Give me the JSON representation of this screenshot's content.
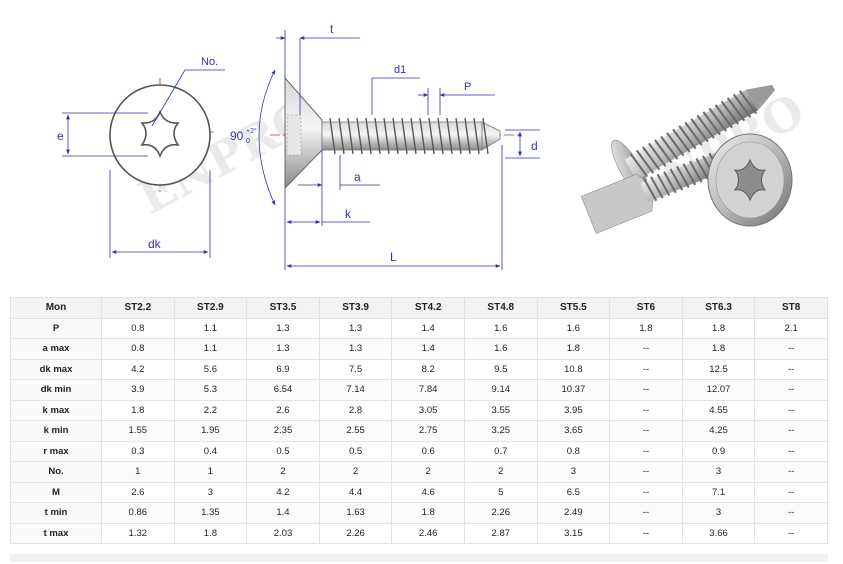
{
  "drawing": {
    "labels": {
      "no": "No.",
      "e": "e",
      "dk": "dk",
      "angle": "90",
      "angle_sup": "+2°",
      "angle_sub": "0",
      "t": "t",
      "d1": "d1",
      "p": "P",
      "d": "d",
      "a": "a",
      "k": "k",
      "l": "L"
    },
    "watermark": "ENPRO",
    "line_color": "#2e33b5",
    "center_color": "#e0202a"
  },
  "table": {
    "header": [
      "Mon",
      "ST2.2",
      "ST2.9",
      "ST3.5",
      "ST3.9",
      "ST4.2",
      "ST4.8",
      "ST5.5",
      "ST6",
      "ST6.3",
      "ST8"
    ],
    "rows": [
      {
        "label": "P",
        "values": [
          "0.8",
          "1.1",
          "1.3",
          "1.3",
          "1.4",
          "1.6",
          "1.6",
          "1.8",
          "1.8",
          "2.1"
        ]
      },
      {
        "label": "a max",
        "values": [
          "0.8",
          "1.1",
          "1.3",
          "1.3",
          "1.4",
          "1.6",
          "1.8",
          "--",
          "1.8",
          "--"
        ]
      },
      {
        "label": "dk max",
        "values": [
          "4.2",
          "5.6",
          "6.9",
          "7.5",
          "8.2",
          "9.5",
          "10.8",
          "--",
          "12.5",
          "--"
        ]
      },
      {
        "label": "dk min",
        "values": [
          "3.9",
          "5.3",
          "6.54",
          "7.14",
          "7.84",
          "9.14",
          "10.37",
          "--",
          "12.07",
          "--"
        ]
      },
      {
        "label": "k max",
        "values": [
          "1.8",
          "2.2",
          "2.6",
          "2.8",
          "3.05",
          "3.55",
          "3.95",
          "--",
          "4.55",
          "--"
        ]
      },
      {
        "label": "k min",
        "values": [
          "1.55",
          "1.95",
          "2.35",
          "2.55",
          "2.75",
          "3.25",
          "3.65",
          "--",
          "4.25",
          "--"
        ]
      },
      {
        "label": "r max",
        "values": [
          "0.3",
          "0.4",
          "0.5",
          "0.5",
          "0.6",
          "0.7",
          "0.8",
          "--",
          "0.9",
          "--"
        ]
      },
      {
        "label": "No.",
        "values": [
          "1",
          "1",
          "2",
          "2",
          "2",
          "2",
          "3",
          "--",
          "3",
          "--"
        ]
      },
      {
        "label": "M",
        "values": [
          "2.6",
          "3",
          "4.2",
          "4.4",
          "4.6",
          "5",
          "6.5",
          "--",
          "7.1",
          "--"
        ]
      },
      {
        "label": "t min",
        "values": [
          "0.86",
          "1.35",
          "1.4",
          "1.63",
          "1.8",
          "2.26",
          "2.49",
          "--",
          "3",
          "--"
        ]
      },
      {
        "label": "t max",
        "values": [
          "1.32",
          "1.8",
          "2.03",
          "2.26",
          "2.46",
          "2.87",
          "3.15",
          "--",
          "3.66",
          "--"
        ]
      }
    ]
  }
}
